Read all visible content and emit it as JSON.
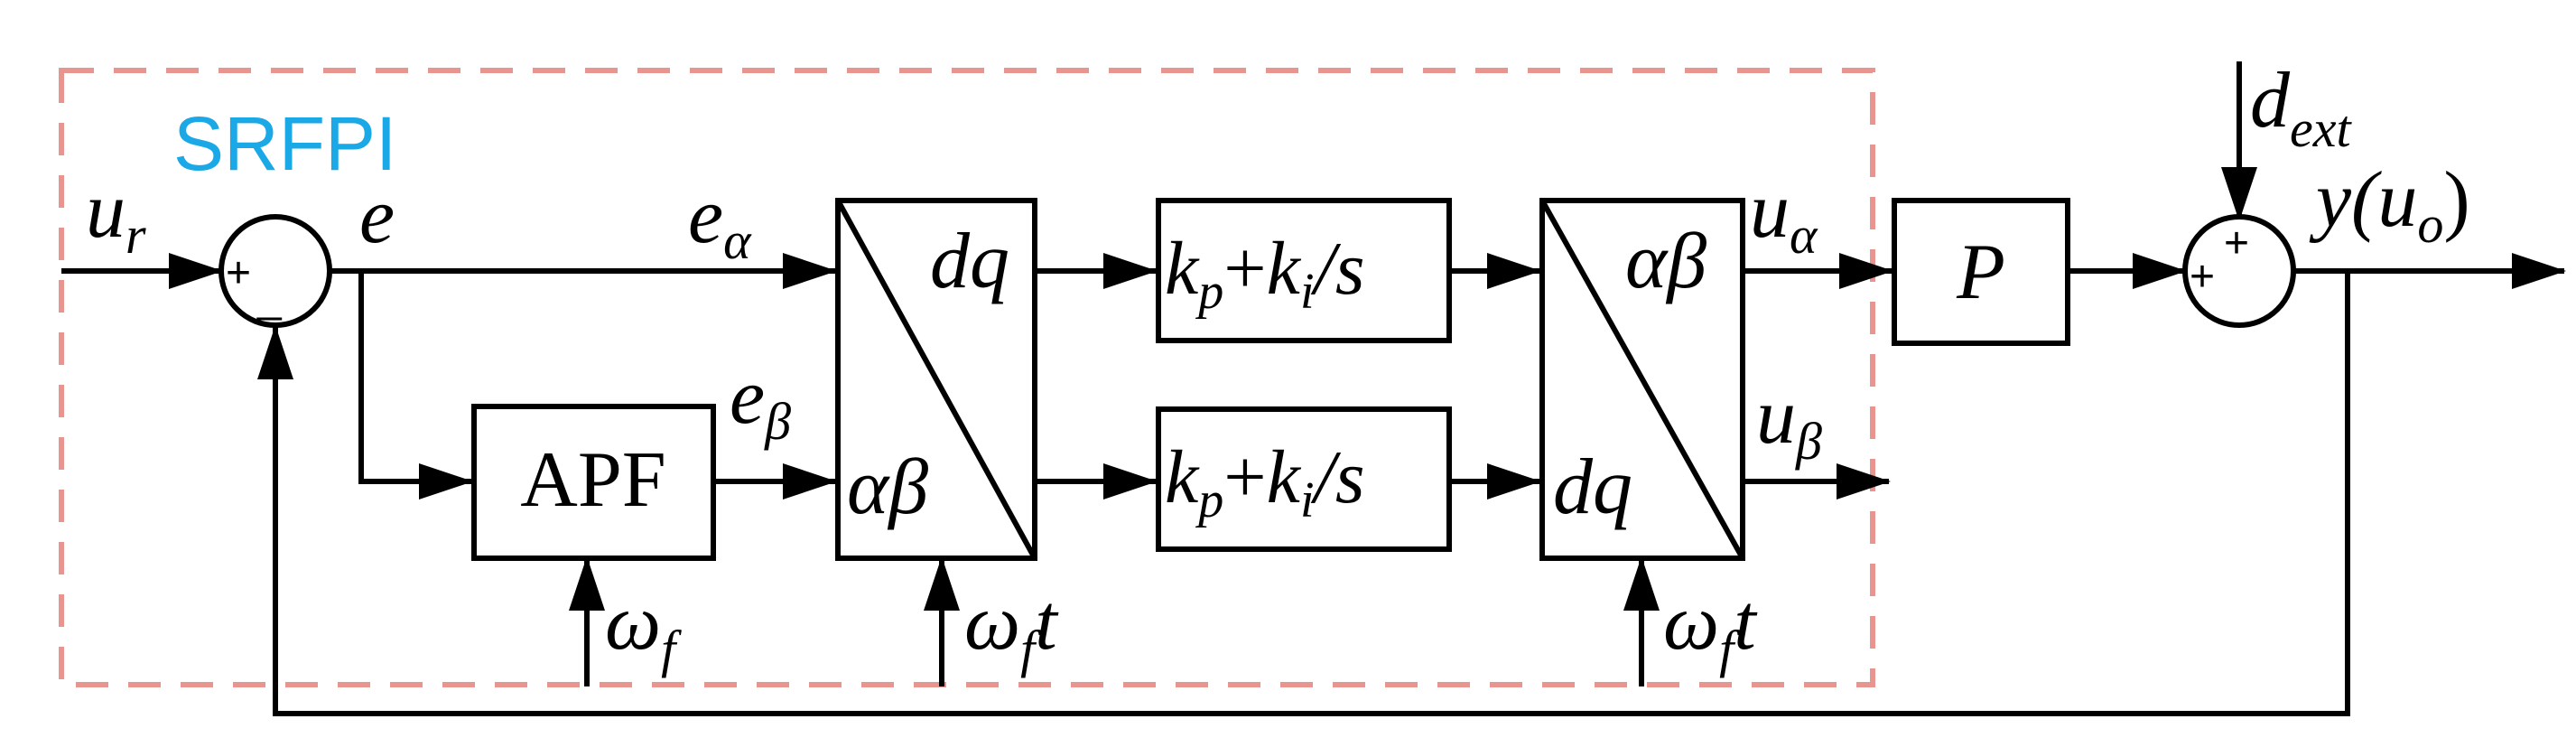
{
  "diagram": {
    "group_label": "SRFPI",
    "colors": {
      "group_border": "#e8948f",
      "group_label": "#1aa9e6",
      "line": "#000000"
    },
    "signals": {
      "input": {
        "base": "u",
        "sub": "r"
      },
      "error": "e",
      "e_alpha": {
        "base": "e",
        "sub": "α"
      },
      "e_beta": {
        "base": "e",
        "sub": "β"
      },
      "u_alpha": {
        "base": "u",
        "sub": "α"
      },
      "u_beta": {
        "base": "u",
        "sub": "β"
      },
      "disturbance": {
        "base": "d",
        "sub": "ext"
      },
      "output": {
        "prefix": "y(",
        "base": "u",
        "sub": "o",
        "suffix": ")"
      }
    },
    "frequency_inputs": {
      "apf": {
        "base": "ω",
        "sub": "f",
        "suffix": ""
      },
      "park": {
        "base": "ω",
        "sub": "f",
        "suffix": "t"
      },
      "inverse_park": {
        "base": "ω",
        "sub": "f",
        "suffix": "t"
      }
    },
    "blocks": {
      "apf": "APF",
      "park": {
        "top_right": "dq",
        "bottom_left": "αβ"
      },
      "pi_top": {
        "kp": "k",
        "kp_sub": "p",
        "plus": "+",
        "ki": "k",
        "ki_sub": "i",
        "rest": "/s"
      },
      "pi_bottom": {
        "kp": "k",
        "kp_sub": "p",
        "plus": "+",
        "ki": "k",
        "ki_sub": "i",
        "rest": "/s"
      },
      "inverse_park": {
        "top_right": "αβ",
        "bottom_left": "dq"
      },
      "plant": "P"
    },
    "summing_junctions": {
      "sum1": {
        "plus": "+",
        "minus": "_"
      },
      "sum2": {
        "plus_left": "+",
        "plus_top": "+"
      }
    }
  }
}
